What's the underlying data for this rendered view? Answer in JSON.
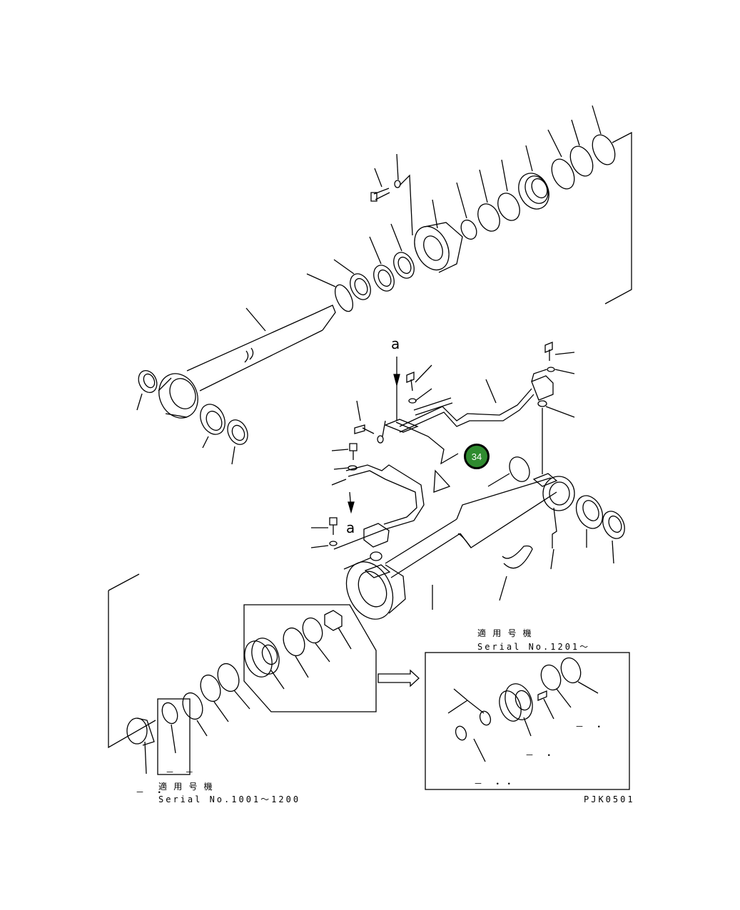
{
  "callout": {
    "number": "34",
    "color": "#2f8b2f"
  },
  "arrow_labels": {
    "upper": "a",
    "lower": "a"
  },
  "serial_left": {
    "jp": "適 用 号 機",
    "en": "Serial No.1001〜1200"
  },
  "serial_right": {
    "jp": "適 用 号 機",
    "en": "Serial No.1201〜"
  },
  "drawing_code": "PJK0501",
  "placeholders": {
    "box_left": "－ －",
    "right_a": "－ ・",
    "right_b": "－ ・",
    "right_c": "－ ・・",
    "left_bottom": "－ ・"
  }
}
